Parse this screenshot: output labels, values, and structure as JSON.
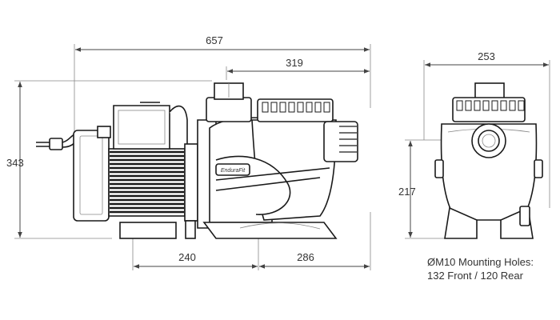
{
  "dimensions": {
    "overall_length": "657",
    "outlet_to_end": "319",
    "height": "343",
    "width": "253",
    "pot_height": "217",
    "base_front": "240",
    "base_rear": "286"
  },
  "brand_label": "EnduraFit",
  "notes": {
    "line1": "ØM10 Mounting Holes:",
    "line2": "132 Front / 120 Rear"
  },
  "colors": {
    "line": "#1a1a1a",
    "dimension": "#444444",
    "text": "#333333"
  }
}
